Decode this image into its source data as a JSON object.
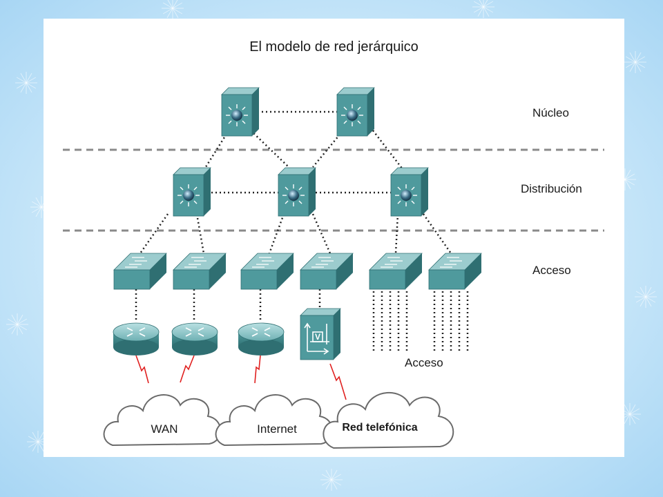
{
  "title": "El modelo de red jerárquico",
  "layers": {
    "core": "Núcleo",
    "distribution": "Distribución",
    "access": "Acceso"
  },
  "endpoint_access_label": "Acceso",
  "clouds": {
    "wan": "WAN",
    "internet": "Internet",
    "phone": "Red telefónica"
  },
  "colors": {
    "device_front": "#4f9a9d",
    "device_top": "#9cccce",
    "device_side": "#2f6f72",
    "link_dotted": "#222222",
    "layer_divider": "#8a8a8a",
    "serial_link": "#e0201f"
  }
}
